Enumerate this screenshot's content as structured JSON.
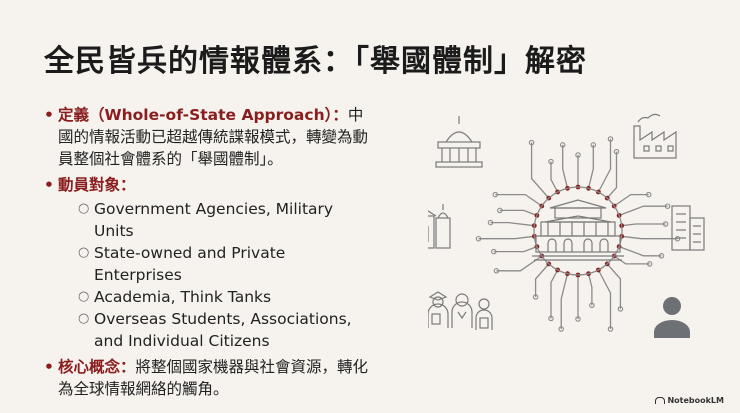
{
  "slide": {
    "title": "全民皆兵的情報體系：「舉國體制」解密",
    "bullets": [
      {
        "label": "定義（Whole-of-State Approach）：",
        "text": "中國的情報活動已超越傳統諜報模式，轉變為動員整個社會體系的「舉國體制」。"
      },
      {
        "label": "動員對象：",
        "text": "",
        "sub": [
          "Government Agencies, Military Units",
          "State-owned and Private Enterprises",
          "Academia, Think Tanks",
          "Overseas Students, Associations, and Individual Citizens"
        ]
      },
      {
        "label": "核心概念：",
        "text": "將整個國家機器與社會資源，轉化為全球情報網絡的觸角。"
      }
    ]
  },
  "diagram": {
    "icons": [
      "government-building-icon",
      "factory-icon",
      "museum-icon",
      "office-buildings-icon",
      "students-icon",
      "person-icon",
      "tiananmen-gate-icon"
    ],
    "colors": {
      "line": "#8b8b8b",
      "node": "#8a1d1d",
      "hub": "#8a1d1d",
      "icon": "#7b7b7b",
      "person": "#6d7074"
    }
  },
  "brand": {
    "name": "NotebookLM"
  },
  "colors": {
    "background": "#f6f3ee",
    "accent": "#8a1d1d",
    "text": "#222222"
  }
}
